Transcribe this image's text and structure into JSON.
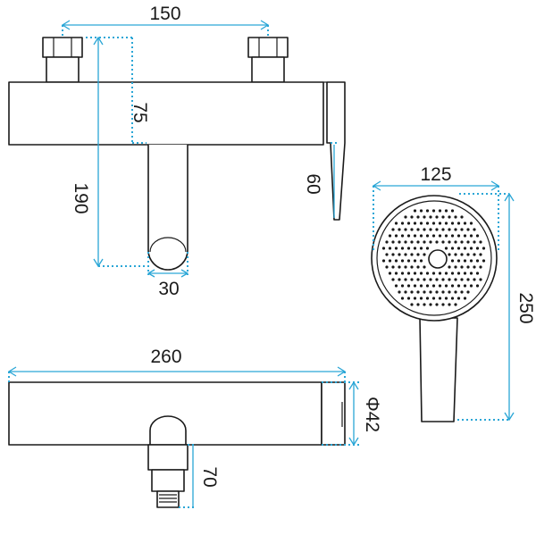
{
  "colors": {
    "dimension": "#2aa6d6",
    "outline": "#1a1a1a",
    "background": "#ffffff"
  },
  "labels": {
    "inlet_spacing": "150",
    "body_height": "75",
    "spout_height": "190",
    "lever_height": "60",
    "spout_width": "30",
    "head_diameter": "125",
    "shower_length": "250",
    "body_length": "260",
    "body_diameter": "Φ42",
    "outlet_height": "70"
  }
}
